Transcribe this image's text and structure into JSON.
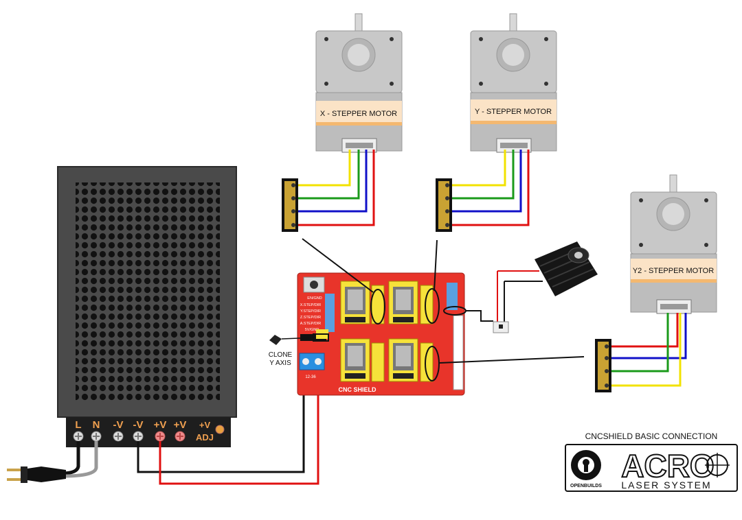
{
  "motors": {
    "x": {
      "label": "X - STEPPER MOTOR"
    },
    "y": {
      "label": "Y - STEPPER MOTOR"
    },
    "y2": {
      "label": "Y2 - STEPPER MOTOR"
    }
  },
  "psu": {
    "terminals": [
      "L",
      "N",
      "-V",
      "-V",
      "+V",
      "+V"
    ],
    "adj_top": "+V",
    "adj_bottom": "ADJ"
  },
  "shield": {
    "title": "CNC SHIELD",
    "pin_labels": [
      "EN/GND",
      "X.STEP/DIR",
      "Y.STEP/DIR",
      "Z.STEP/DIR",
      "A.STEP/DIR",
      "5V/GND"
    ],
    "power_label": "12-36"
  },
  "clone_note": {
    "line1": "CLONE",
    "line2": "Y AXIS"
  },
  "logo": {
    "caption": "CNCSHIELD BASIC CONNECTION",
    "brand": "ACRO",
    "sub": "LASER SYSTEM",
    "openbuilds": "OPENBUILDS"
  },
  "colors": {
    "wire_yellow": "#f2e200",
    "wire_green": "#1a9a1a",
    "wire_red": "#e01010",
    "wire_blue": "#1010c8",
    "board_red": "#e8342a",
    "psu_body": "#4a4a4a",
    "motor_gray": "#bdbdbd",
    "label_bg": "#fbe3c6"
  }
}
